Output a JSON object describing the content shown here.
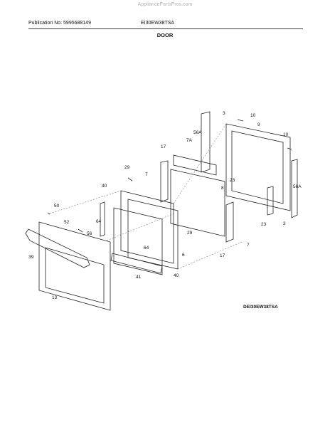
{
  "header": {
    "watermark": "AppliancePartsPros.com",
    "publication": "Publication No: 5995688149",
    "model": "EI30EW38TSA",
    "section_title": "DOOR"
  },
  "diagram": {
    "code": "DEI30EW38TSA",
    "labels": [
      "3",
      "10",
      "9",
      "56A",
      "7A",
      "10",
      "17",
      "29",
      "7",
      "23",
      "8",
      "40",
      "50",
      "64",
      "52",
      "56",
      "29",
      "17",
      "7",
      "23",
      "3",
      "56A",
      "39",
      "64",
      "6",
      "41",
      "40",
      "13"
    ]
  }
}
